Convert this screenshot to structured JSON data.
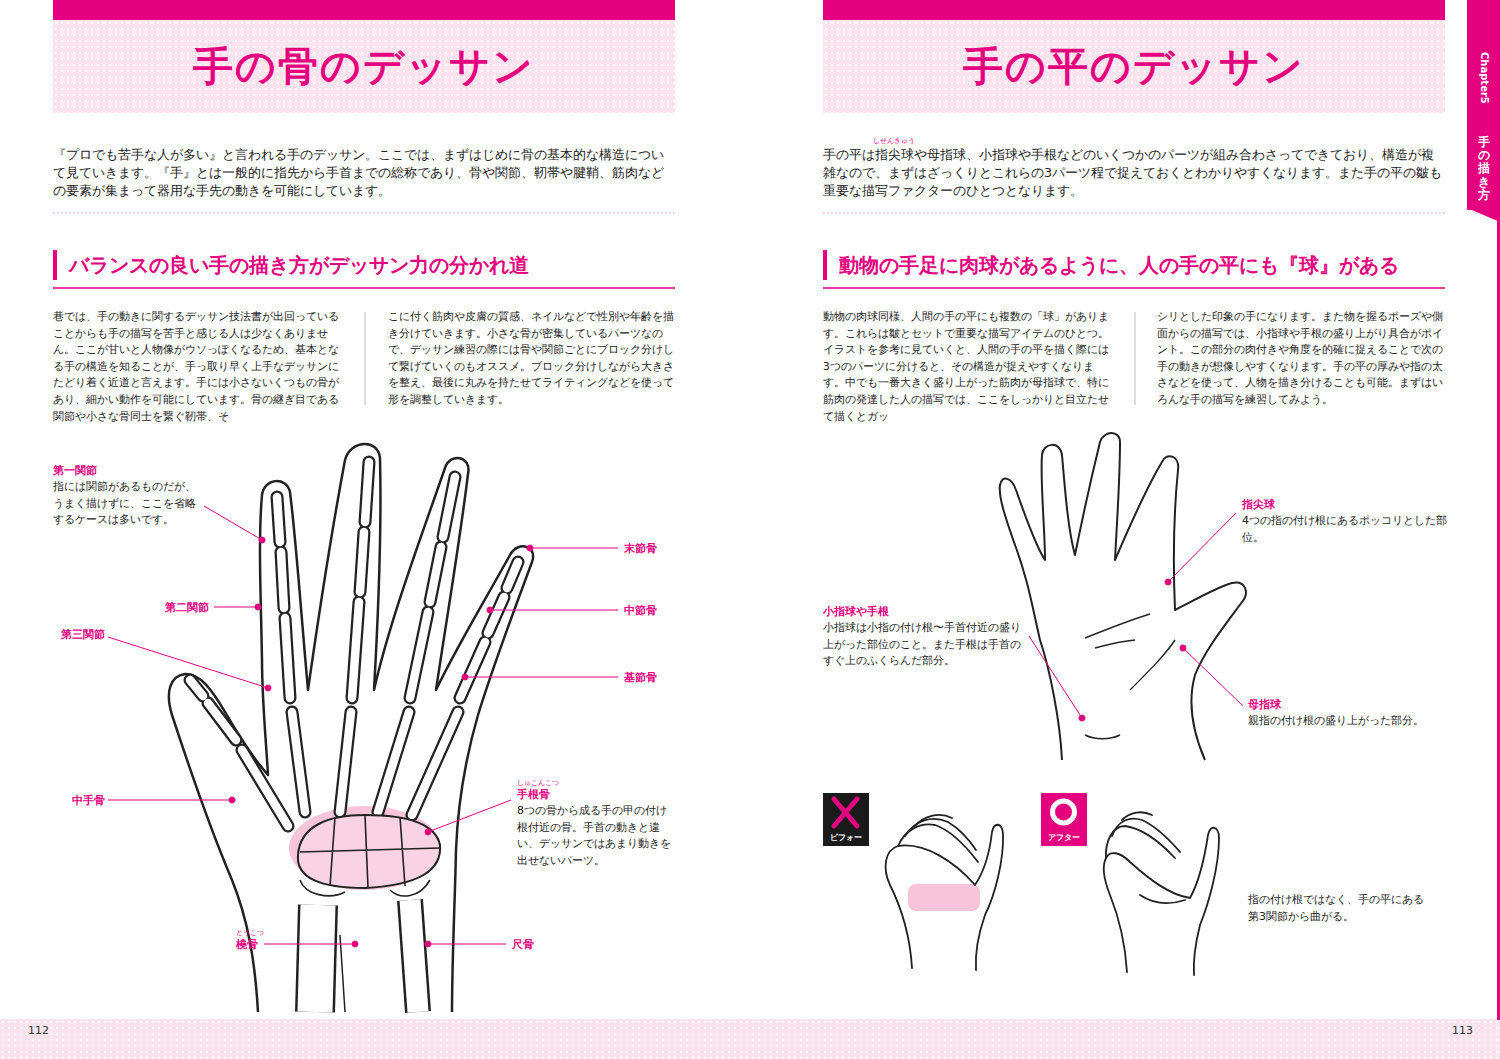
{
  "diagram": {
    "nodes": [
      {
        "text": [
          "手の骨のデッサン"
        ]
      },
      {
        "text": [
          "手の平のデッサン"
        ]
      },
      {
        "text": [
          "Chapter5",
          "手の描き方"
        ]
      },
      {
        "text": [
          "ビフォー"
        ]
      },
      {
        "text": [
          "アフター"
        ]
      }
    ],
    "labels": [
      "『プロでも苦手な人が多い』と言われる手のデッサン。ここでは、まずはじめに骨の基本的な構造について見ていきます。『手』とは一般的に指先から手首までの総称であり、骨や関節、靭帯や腱鞘、筋肉などの要素が集まって器用な手先の動きを可能にしています。",
      "バランスの良い手の描き方がデッサン力の分かれ道",
      "巷では、手の動きに関するデッサン技法書が出回っていることからも手の描写を苦手と感じる人は少なくありません。ここが甘いと人物像がウソっぽくなるため、基本となる手の構造を知ることが、手っ取り早く上手なデッサンにたどり着く近道と言えます。手には小さないくつもの骨があり、細かい動作を可能にしています。骨の継ぎ目である関節や小さな骨同士を繋ぐ靭帯、そ",
      "こに付く筋肉や皮膚の質感、ネイルなどで性別や年齢を描き分けていきます。小さな骨が密集しているパーツなので、デッサン練習の際には骨や関節ごとにブロック分けして繋げていくのもオススメ。ブロック分けしながら大きさを整え、最後に丸みを持たせてライティングなどを使って形を調整していきます。",
      "第一関節",
      "指には関節があるものだが、うまく描けずに、ここを省略するケースは多いです。",
      "第二関節",
      "第三関節",
      "中手骨",
      "末節骨",
      "中節骨",
      "基節骨",
      "しゅこんこつ",
      "手根骨",
      "8つの骨から成る手の甲の付け根付近の骨。手首の動きと違い、デッサンではあまり動きを出せないパーツ。",
      "とうこつ",
      "橈骨",
      "尺骨",
      "112",
      "しせんきゅう",
      "手の平は指尖球や母指球、小指球や手根などのいくつかのパーツが組み合わさってできており、構造が複雑なので、まずはざっくりとこれらの3パーツ程で捉えておくとわかりやすくなります。また手の平の皺も重要な描写ファクターのひとつとなります。",
      "動物の手足に肉球があるように、人の手の平にも『球』がある",
      "動物の肉球同様、人間の手の平にも複数の「球」があります。これらは皺とセットで重要な描写アイテムのひとつ。イラストを参考に見ていくと、人間の手の平を描く際には3つのパーツに分けると、その構造が捉えやすくなります。中でも一番大きく盛り上がった筋肉が母指球で、特に筋肉の発達した人の描写では、ここをしっかりと目立たせて描くとガッ",
      "シリとした印象の手になります。また物を握るポーズや側面からの描写では、小指球や手根の盛り上がり具合がポイント。この部分の肉付きや角度を的確に捉えることで次の手の動きが想像しやすくなります。手の平の厚みや指の太さなどを使って、人物を描き分けることも可能。まずはいろんな手の描写を練習してみよう。",
      "指尖球",
      "4つの指の付け根にあるポッコリとした部位。",
      "小指球や手根",
      "小指球は小指の付け根〜手首付近の盛り上がった部位のこと。また手根は手首のすぐ上のふくらんだ部分。",
      "母指球",
      "親指の付け根の盛り上がった部分。",
      "指の付け根ではなく、手の平にある第3関節から曲がる。",
      "113"
    ]
  }
}
